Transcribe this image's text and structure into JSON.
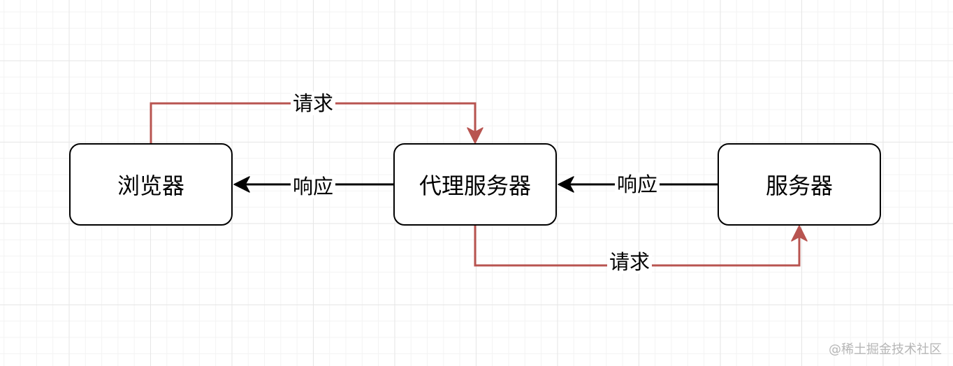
{
  "nodes": {
    "browser": "浏览器",
    "proxy": "代理服务器",
    "server": "服务器"
  },
  "edges": {
    "browser_to_proxy": "请求",
    "proxy_to_browser": "响应",
    "proxy_to_server": "请求",
    "server_to_proxy": "响应"
  },
  "colors": {
    "request": "#b85450",
    "response": "#000000"
  },
  "watermark": "@稀土掘金技术社区"
}
